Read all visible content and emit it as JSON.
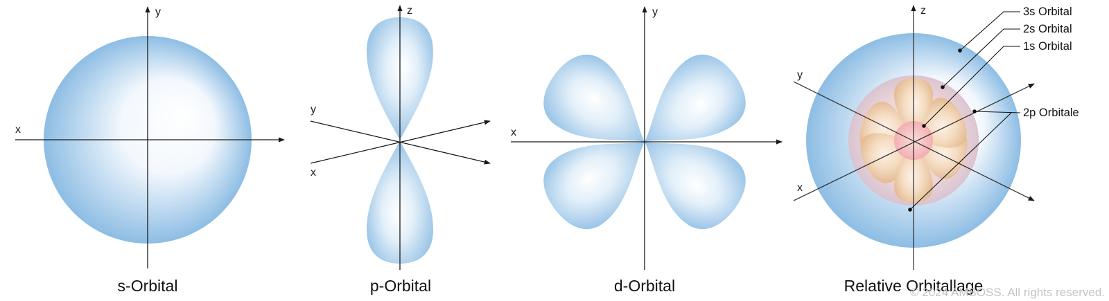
{
  "panels": [
    {
      "caption": "s-Orbital",
      "axes": [
        "y",
        "x"
      ]
    },
    {
      "caption": "p-Orbital",
      "axes": [
        "z",
        "y",
        "x"
      ]
    },
    {
      "caption": "d-Orbital",
      "axes": [
        "y",
        "x"
      ]
    },
    {
      "caption": "Relative Orbitallage",
      "axes": [
        "z",
        "y",
        "x"
      ]
    }
  ],
  "callouts": {
    "orbital_3s": "3s Orbital",
    "orbital_2s": "2s Orbital",
    "orbital_1s": "1s Orbital",
    "orbital_2p": "2p Orbitale"
  },
  "copyright": "© 2024 AMBOSS. All rights reserved.",
  "colors": {
    "blue_edge": "#8dbde4",
    "blue_center": "#ffffff",
    "peach_edge": "#e2b98a",
    "peach_center": "#fbeede",
    "pink_center": "#f7b7bd",
    "text": "#111111",
    "watermark": "#c4c4c4"
  }
}
